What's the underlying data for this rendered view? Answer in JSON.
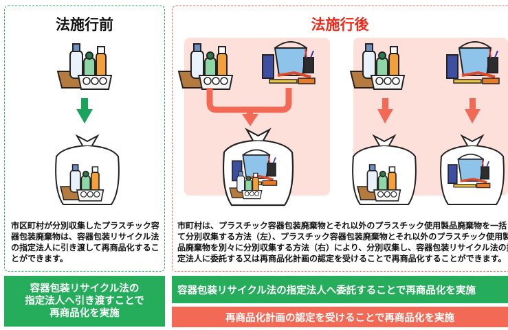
{
  "before": {
    "heading": "法施行前",
    "description": "市区町村が分別収集したプラスチック容器包装廃棄物は、容器包装リサイクル法の指定法人に引き渡して再商品化することができます。",
    "banner_lines": [
      "容器包装リサイクル法の",
      "指定法人へ引き渡すことで",
      "再商品化を実施"
    ],
    "arrow_color": "#1aa35a"
  },
  "after": {
    "heading": "法施行後",
    "description_lines": [
      "市町村は、プラスチック容器包装廃棄物とそれ以外のプラスチック使用製品廃棄物を一括し",
      "て分別収集する方法（左）、プラスチック容器包装廃棄物とそれ以外のプラスチック使用製",
      "品廃棄物を別々に分別収集する方法（右）により、分別収集し、容器包装リサイクル法の指",
      "定法人に委託する又は再商品化計画の認定を受けることで再商品化することができます。"
    ],
    "banner_1": "容器包装リサイクル法の指定法人へ委託することで再商品化を実施",
    "banner_2": "再商品化計画の認定を受けることで再商品化を実施",
    "arrow_color": "#f26a55"
  },
  "colors": {
    "green": "#25ad5c",
    "red": "#f26a55",
    "heading_red": "#ee2a1a",
    "pink_bg": "#fde0da"
  }
}
